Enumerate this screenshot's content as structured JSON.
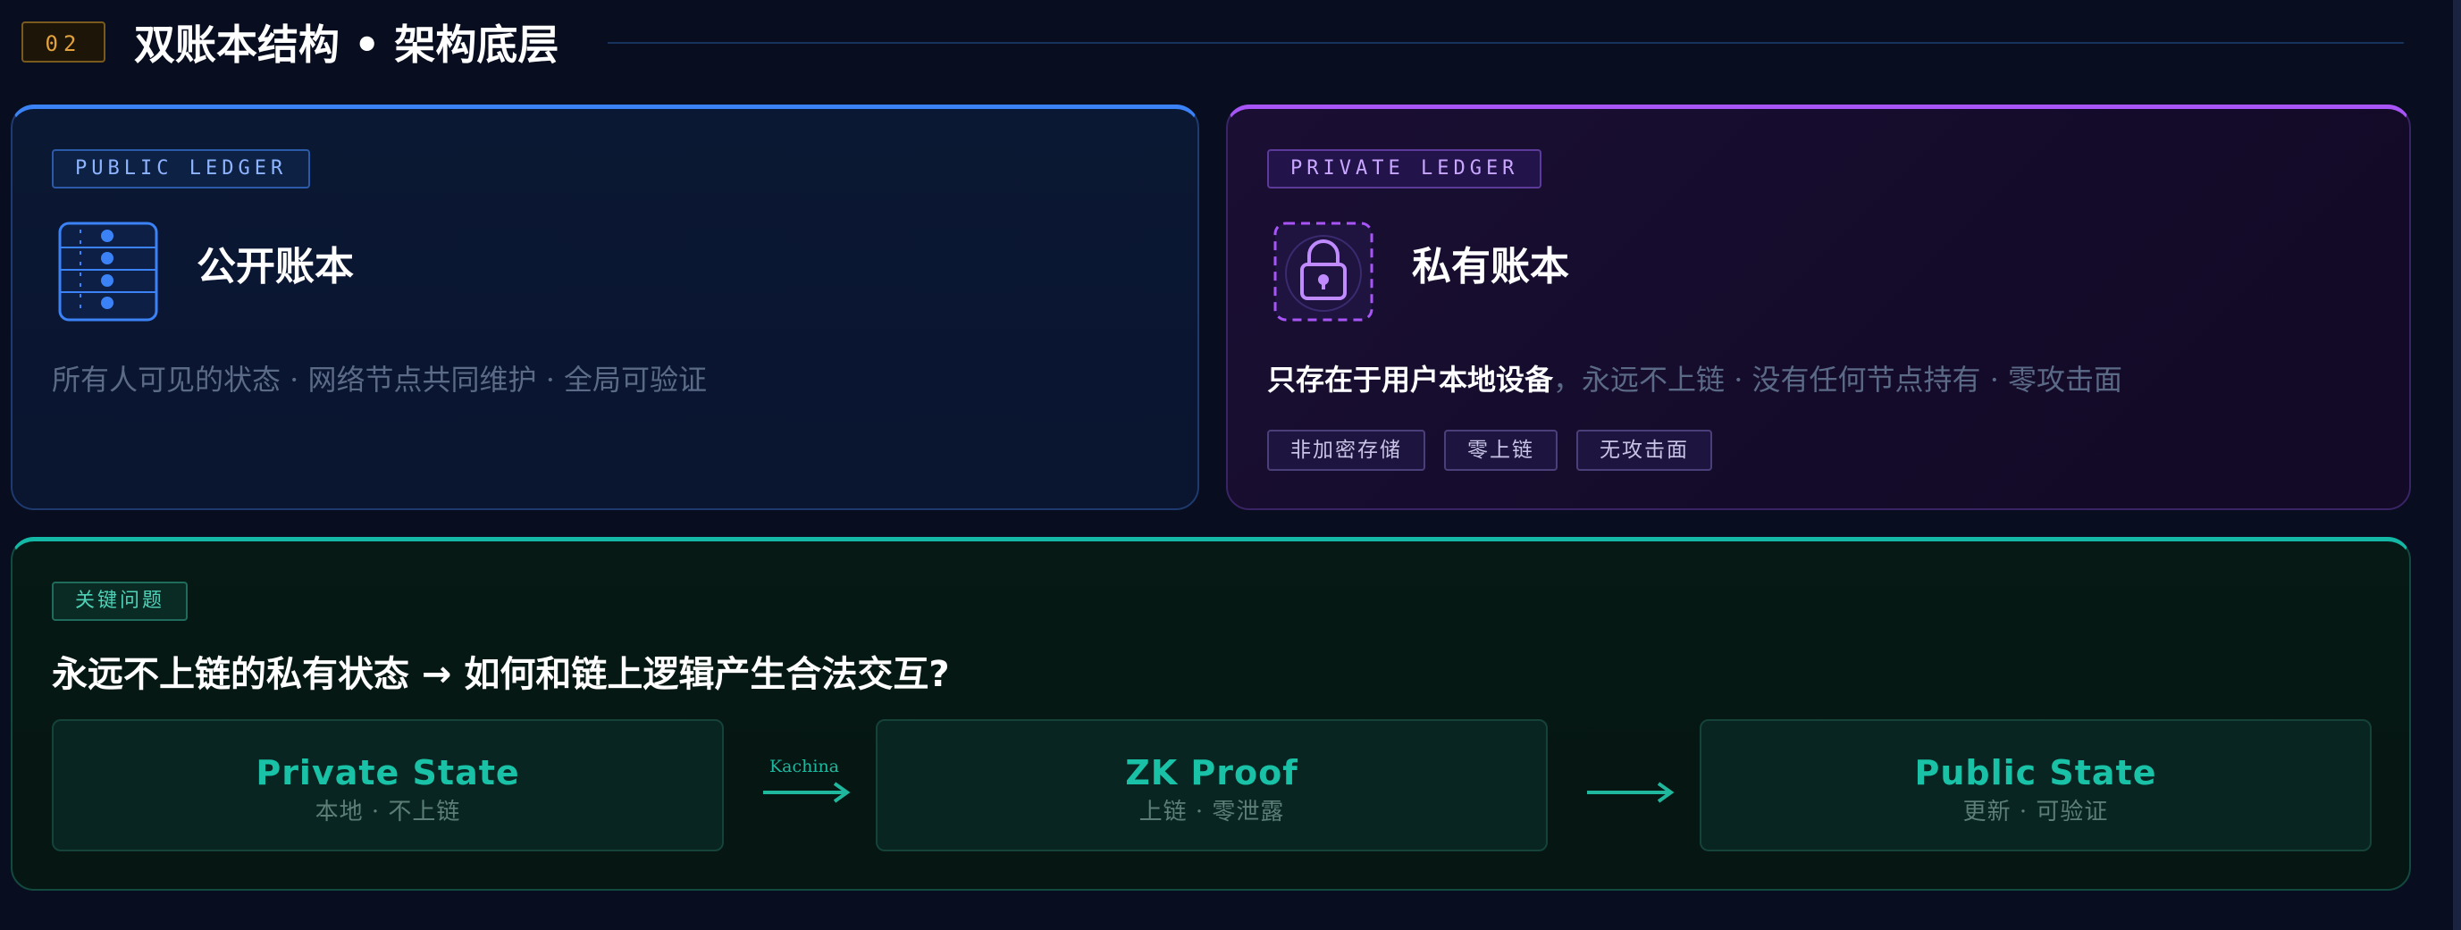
{
  "header": {
    "section_number": "02",
    "title": "双账本结构 • 架构底层"
  },
  "public_ledger": {
    "tag": "PUBLIC LEDGER",
    "icon": "ledger-list-icon",
    "title": "公开账本",
    "description": "所有人可见的状态 · 网络节点共同维护 · 全局可验证",
    "accent_color": "#3b82f6"
  },
  "private_ledger": {
    "tag": "PRIVATE LEDGER",
    "icon": "lock-icon",
    "title": "私有账本",
    "description_strong": "只存在于用户本地设备",
    "description_rest": "，永远不上链 · 没有任何节点持有 · 零攻击面",
    "chips": [
      "非加密存储",
      "零上链",
      "无攻击面"
    ],
    "accent_color": "#a855f7"
  },
  "key_question": {
    "tag": "关键问题",
    "question": "永远不上链的私有状态 → 如何和链上逻辑产生合法交互?",
    "accent_color": "#14b8a6",
    "flow": [
      {
        "name": "Private State",
        "sub": "本地 · 不上链"
      },
      {
        "name": "ZK Proof",
        "sub": "上链 · 零泄露"
      },
      {
        "name": "Public State",
        "sub": "更新 · 可验证"
      }
    ],
    "arrows": [
      {
        "label": "Kachina"
      },
      {
        "label": ""
      }
    ]
  }
}
